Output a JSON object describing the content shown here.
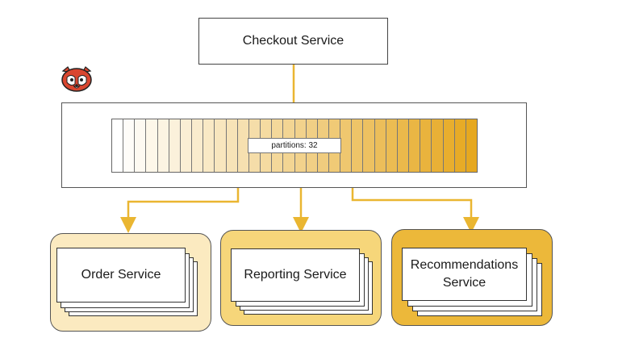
{
  "checkout": {
    "label": "Checkout Service"
  },
  "topic": {
    "partitions_label": "partitions: 32",
    "partition_count": 32
  },
  "services": [
    {
      "label": "Order Service",
      "color": "#fbeac0"
    },
    {
      "label": "Reporting Service",
      "color": "#f6d67a"
    },
    {
      "label": "Recommendations Service",
      "color": "#ecb83a"
    }
  ],
  "colors": {
    "arrow": "#eab631",
    "partition_start": "#ffffff",
    "partition_end": "#e6a820"
  },
  "logo": {
    "icon": "red-panda-logo"
  }
}
